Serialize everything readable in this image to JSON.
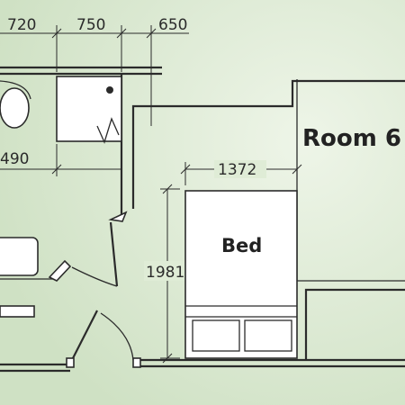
{
  "plan": {
    "room_label": "Room 6",
    "bed_label": "Bed",
    "dimensions": {
      "top_1": "720",
      "top_2": "750",
      "top_3": "650",
      "left_mid": "490",
      "bed_width": "1372",
      "bed_length": "1981"
    }
  },
  "colors": {
    "background": "#d9e8d0",
    "line": "#2b2b2b",
    "fixture_fill": "#ffffff"
  }
}
